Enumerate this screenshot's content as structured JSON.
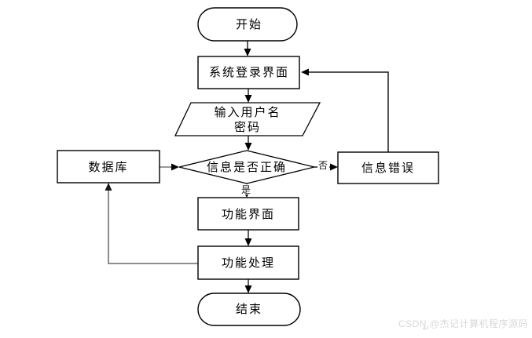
{
  "diagram": {
    "type": "flowchart",
    "nodes": {
      "start": {
        "label": "开始",
        "shape": "terminator"
      },
      "login": {
        "label": "系统登录界面",
        "shape": "process"
      },
      "input": {
        "line1": "输入用户名",
        "line2": "密码",
        "shape": "input-output"
      },
      "check": {
        "label": "信息是否正确",
        "shape": "decision"
      },
      "database": {
        "label": "数据库",
        "shape": "process"
      },
      "error": {
        "label": "信息错误",
        "shape": "process"
      },
      "func_ui": {
        "label": "功能界面",
        "shape": "process"
      },
      "func_proc": {
        "label": "功能处理",
        "shape": "process"
      },
      "end": {
        "label": "结束",
        "shape": "terminator"
      }
    },
    "edge_labels": {
      "yes": "是",
      "no": "否"
    },
    "colors": {
      "shape_stroke": "#000000",
      "shape_fill": "#ffffff",
      "connector_black": "#1a1a1a",
      "connector_gray": "#7f7f7f",
      "text": "#000000",
      "watermark": "#d8d8d8"
    }
  },
  "watermark": {
    "text": "CSDN @杰记计算机程序源码",
    "return_symbol": "↵"
  }
}
